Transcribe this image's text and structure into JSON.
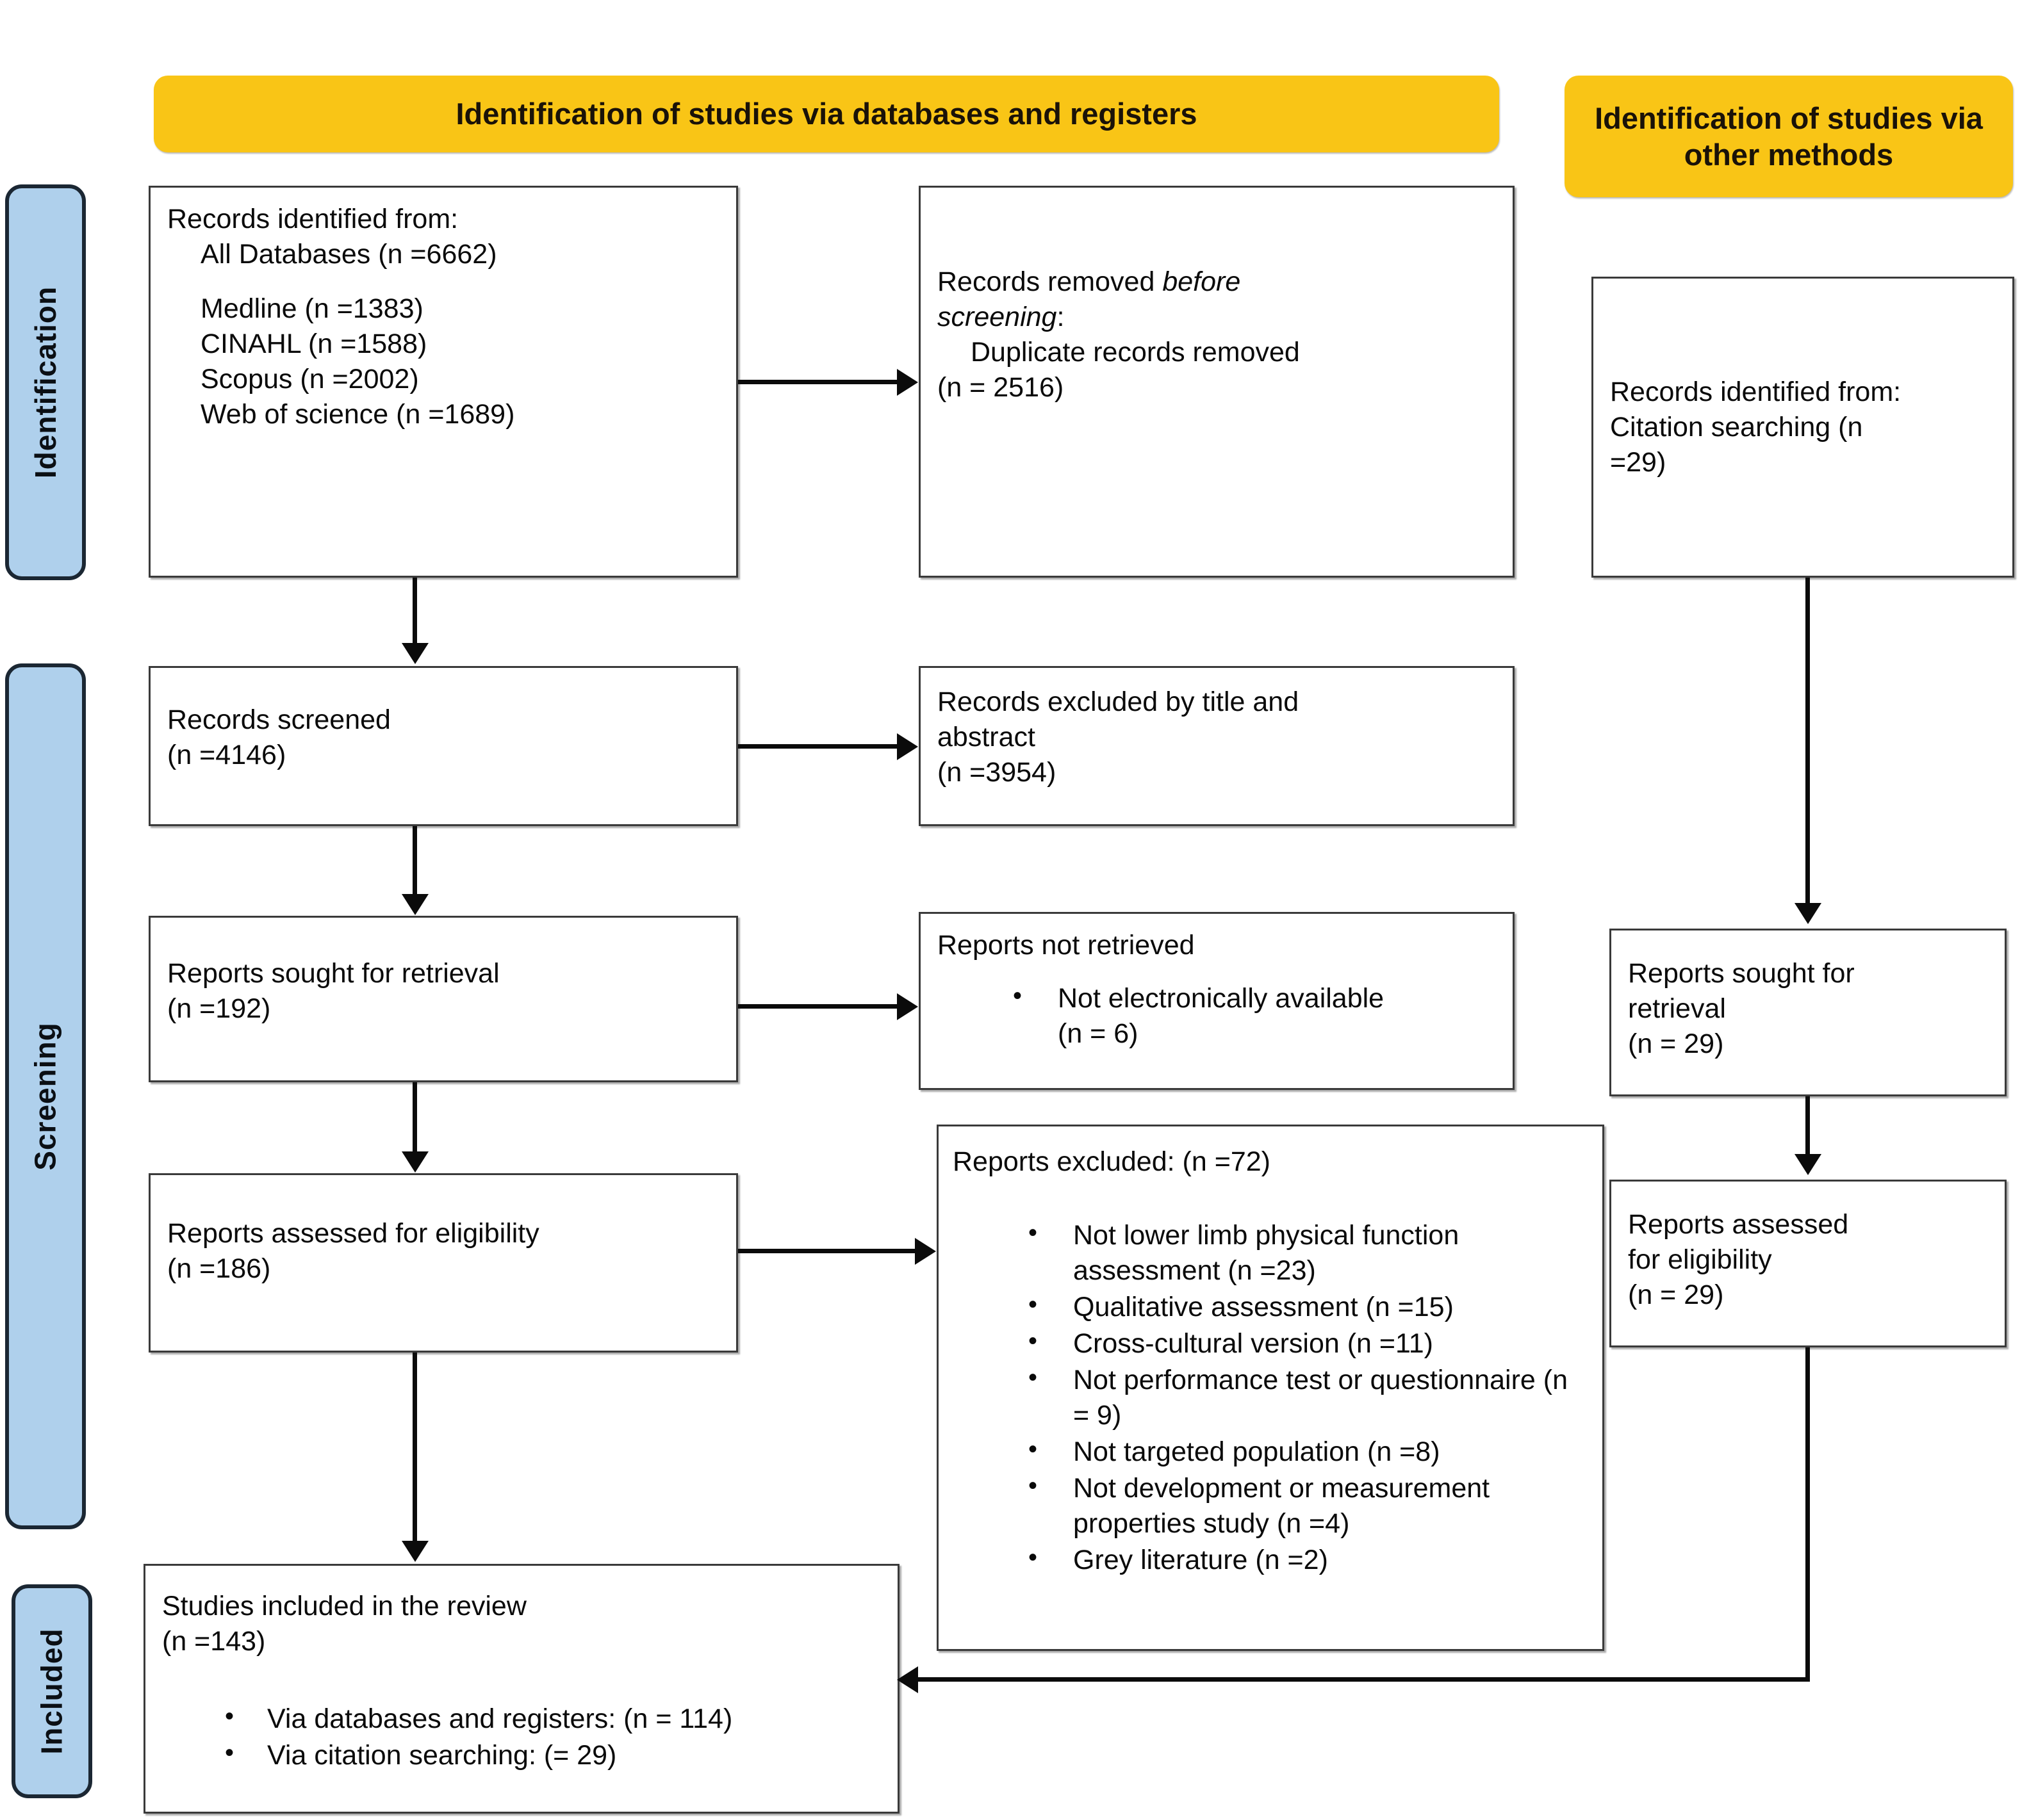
{
  "diagram": {
    "title": "PRISMA 2020 flow diagram",
    "colors": {
      "banner_yellow": "#F9C516",
      "phase_blue": "#AFD0EC",
      "box_border": "#3A3A3A",
      "connector": "#0B0B0B"
    }
  },
  "phases": {
    "identification": "Identification",
    "screening": "Screening",
    "included": "Included"
  },
  "banners": {
    "databases": "Identification of studies via databases and registers",
    "other_methods": "Identification of studies via other methods"
  },
  "boxes": {
    "records_identified": {
      "heading": "Records identified from:",
      "all_databases": "All Databases (n =6662)",
      "sources": [
        "Medline (n =1383)",
        "CINAHL (n =1588)",
        "Scopus (n =2002)",
        "Web of science (n =1689)"
      ]
    },
    "records_removed": {
      "line1_prefix": "Records removed ",
      "line1_italic": "before",
      "line2_italic": "screening",
      "line2_suffix": ":",
      "detail": "Duplicate records removed",
      "detail_n": "(n = 2516)"
    },
    "records_screened": {
      "label": "Records screened",
      "n": "(n =4146)"
    },
    "records_excluded": {
      "label_line1": "Records excluded by title and",
      "label_line2": "abstract",
      "n": "(n =3954)"
    },
    "reports_sought": {
      "label": "Reports sought for retrieval",
      "n": "(n =192)"
    },
    "reports_not_retrieved": {
      "label": "Reports not retrieved",
      "bullets": [
        "Not electronically available",
        "(n = 6)"
      ]
    },
    "reports_assessed": {
      "label": "Reports assessed for eligibility",
      "n": "(n =186)"
    },
    "reports_excluded": {
      "heading": "Reports excluded: (n =72)",
      "bullets": [
        "Not lower limb physical function assessment (n =23)",
        "Qualitative assessment (n =15)",
        "Cross-cultural version (n =11)",
        "Not performance test or questionnaire (n = 9)",
        "Not targeted population (n =8)",
        "Not development or measurement properties study (n =4)",
        "Grey literature (n =2)"
      ]
    },
    "studies_included": {
      "label": "Studies included in the review",
      "n": "(n =143)",
      "bullets": [
        "Via databases and registers: (n = 114)",
        "Via citation searching: (=  29)"
      ]
    },
    "other_records_identified": {
      "line1": "Records identified from:",
      "line2": "Citation searching (n",
      "line3": "=29)"
    },
    "other_reports_sought": {
      "line1": "Reports sought for",
      "line2": "retrieval",
      "n": "(n = 29)"
    },
    "other_reports_assessed": {
      "line1": "Reports assessed",
      "line2": "for eligibility",
      "n": "(n = 29)"
    }
  },
  "chart_data": {
    "type": "diagram",
    "title": "PRISMA 2020 flow diagram for new systematic reviews",
    "nodes": [
      {
        "id": "records_identified",
        "stage": "Identification",
        "column": "databases",
        "n": 6662,
        "breakdown": {
          "Medline": 1383,
          "CINAHL": 1588,
          "Scopus": 2002,
          "Web of science": 1689
        }
      },
      {
        "id": "records_removed",
        "stage": "Identification",
        "column": "databases",
        "n": 2516,
        "kind": "exclusion"
      },
      {
        "id": "records_screened",
        "stage": "Screening",
        "column": "databases",
        "n": 4146
      },
      {
        "id": "records_excluded",
        "stage": "Screening",
        "column": "databases",
        "n": 3954,
        "kind": "exclusion"
      },
      {
        "id": "reports_sought",
        "stage": "Screening",
        "column": "databases",
        "n": 192
      },
      {
        "id": "reports_not_retrieved",
        "stage": "Screening",
        "column": "databases",
        "n": 6,
        "kind": "exclusion"
      },
      {
        "id": "reports_assessed",
        "stage": "Screening",
        "column": "databases",
        "n": 186
      },
      {
        "id": "reports_excluded",
        "stage": "Screening",
        "column": "databases",
        "n": 72,
        "kind": "exclusion",
        "breakdown": {
          "Not lower limb physical function assessment": 23,
          "Qualitative assessment": 15,
          "Cross-cultural version": 11,
          "Not performance test or questionnaire": 9,
          "Not targeted population": 8,
          "Not development or measurement properties study": 4,
          "Grey literature": 2
        }
      },
      {
        "id": "other_records_identified",
        "stage": "Identification",
        "column": "other",
        "n": 29
      },
      {
        "id": "other_reports_sought",
        "stage": "Screening",
        "column": "other",
        "n": 29
      },
      {
        "id": "other_reports_assessed",
        "stage": "Screening",
        "column": "other",
        "n": 29
      },
      {
        "id": "studies_included",
        "stage": "Included",
        "column": "merge",
        "n": 143,
        "breakdown": {
          "Via databases and registers": 114,
          "Via citation searching": 29
        }
      }
    ],
    "edges": [
      {
        "from": "records_identified",
        "to": "records_removed",
        "dir": "right"
      },
      {
        "from": "records_identified",
        "to": "records_screened",
        "dir": "down"
      },
      {
        "from": "records_screened",
        "to": "records_excluded",
        "dir": "right"
      },
      {
        "from": "records_screened",
        "to": "reports_sought",
        "dir": "down"
      },
      {
        "from": "reports_sought",
        "to": "reports_not_retrieved",
        "dir": "right"
      },
      {
        "from": "reports_sought",
        "to": "reports_assessed",
        "dir": "down"
      },
      {
        "from": "reports_assessed",
        "to": "reports_excluded",
        "dir": "right"
      },
      {
        "from": "reports_assessed",
        "to": "studies_included",
        "dir": "down"
      },
      {
        "from": "other_records_identified",
        "to": "other_reports_sought",
        "dir": "down"
      },
      {
        "from": "other_reports_sought",
        "to": "other_reports_assessed",
        "dir": "down"
      },
      {
        "from": "other_reports_assessed",
        "to": "studies_included",
        "dir": "left"
      }
    ]
  }
}
